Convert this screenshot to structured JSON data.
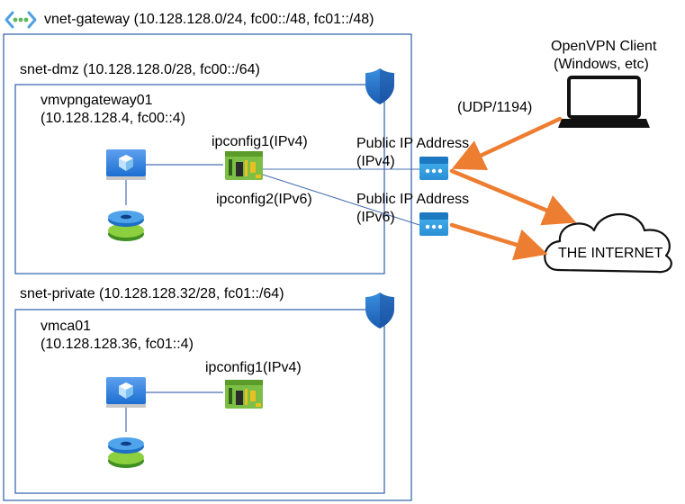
{
  "vnet": {
    "title": "vnet-gateway (10.128.128.0/24, fc00::/48, fc01::/48)",
    "icon": "vnet-icon"
  },
  "subnets": {
    "dmz": {
      "title": "snet-dmz (10.128.128.0/28, fc00::/64)",
      "icon": "shield-icon",
      "vm": {
        "name": "vmvpngateway01",
        "addresses": "(10.128.128.4, fc00::4)"
      },
      "ipconfigs": [
        "ipconfig1(IPv4)",
        "ipconfig2(IPv6)"
      ]
    },
    "private": {
      "title": "snet-private (10.128.128.32/28, fc01::/64)",
      "icon": "shield-icon",
      "vm": {
        "name": "vmca01",
        "addresses": "(10.128.128.36, fc01::4)"
      },
      "ipconfigs": [
        "ipconfig1(IPv4)"
      ]
    }
  },
  "public_ips": {
    "ipv4": {
      "line1": "Public IP Address",
      "line2": "(IPv4)"
    },
    "ipv6": {
      "line1": "Public IP Address",
      "line2": "(IPv6)"
    }
  },
  "client": {
    "line1": "OpenVPN Client",
    "line2": "(Windows, etc)",
    "icon": "laptop-icon"
  },
  "protocol_label": "(UDP/1194)",
  "internet_label": "THE INTERNET",
  "colors": {
    "arrow": "#ed7d31",
    "box_border": "#2e5fa8",
    "link_line": "#4a6fb0"
  }
}
